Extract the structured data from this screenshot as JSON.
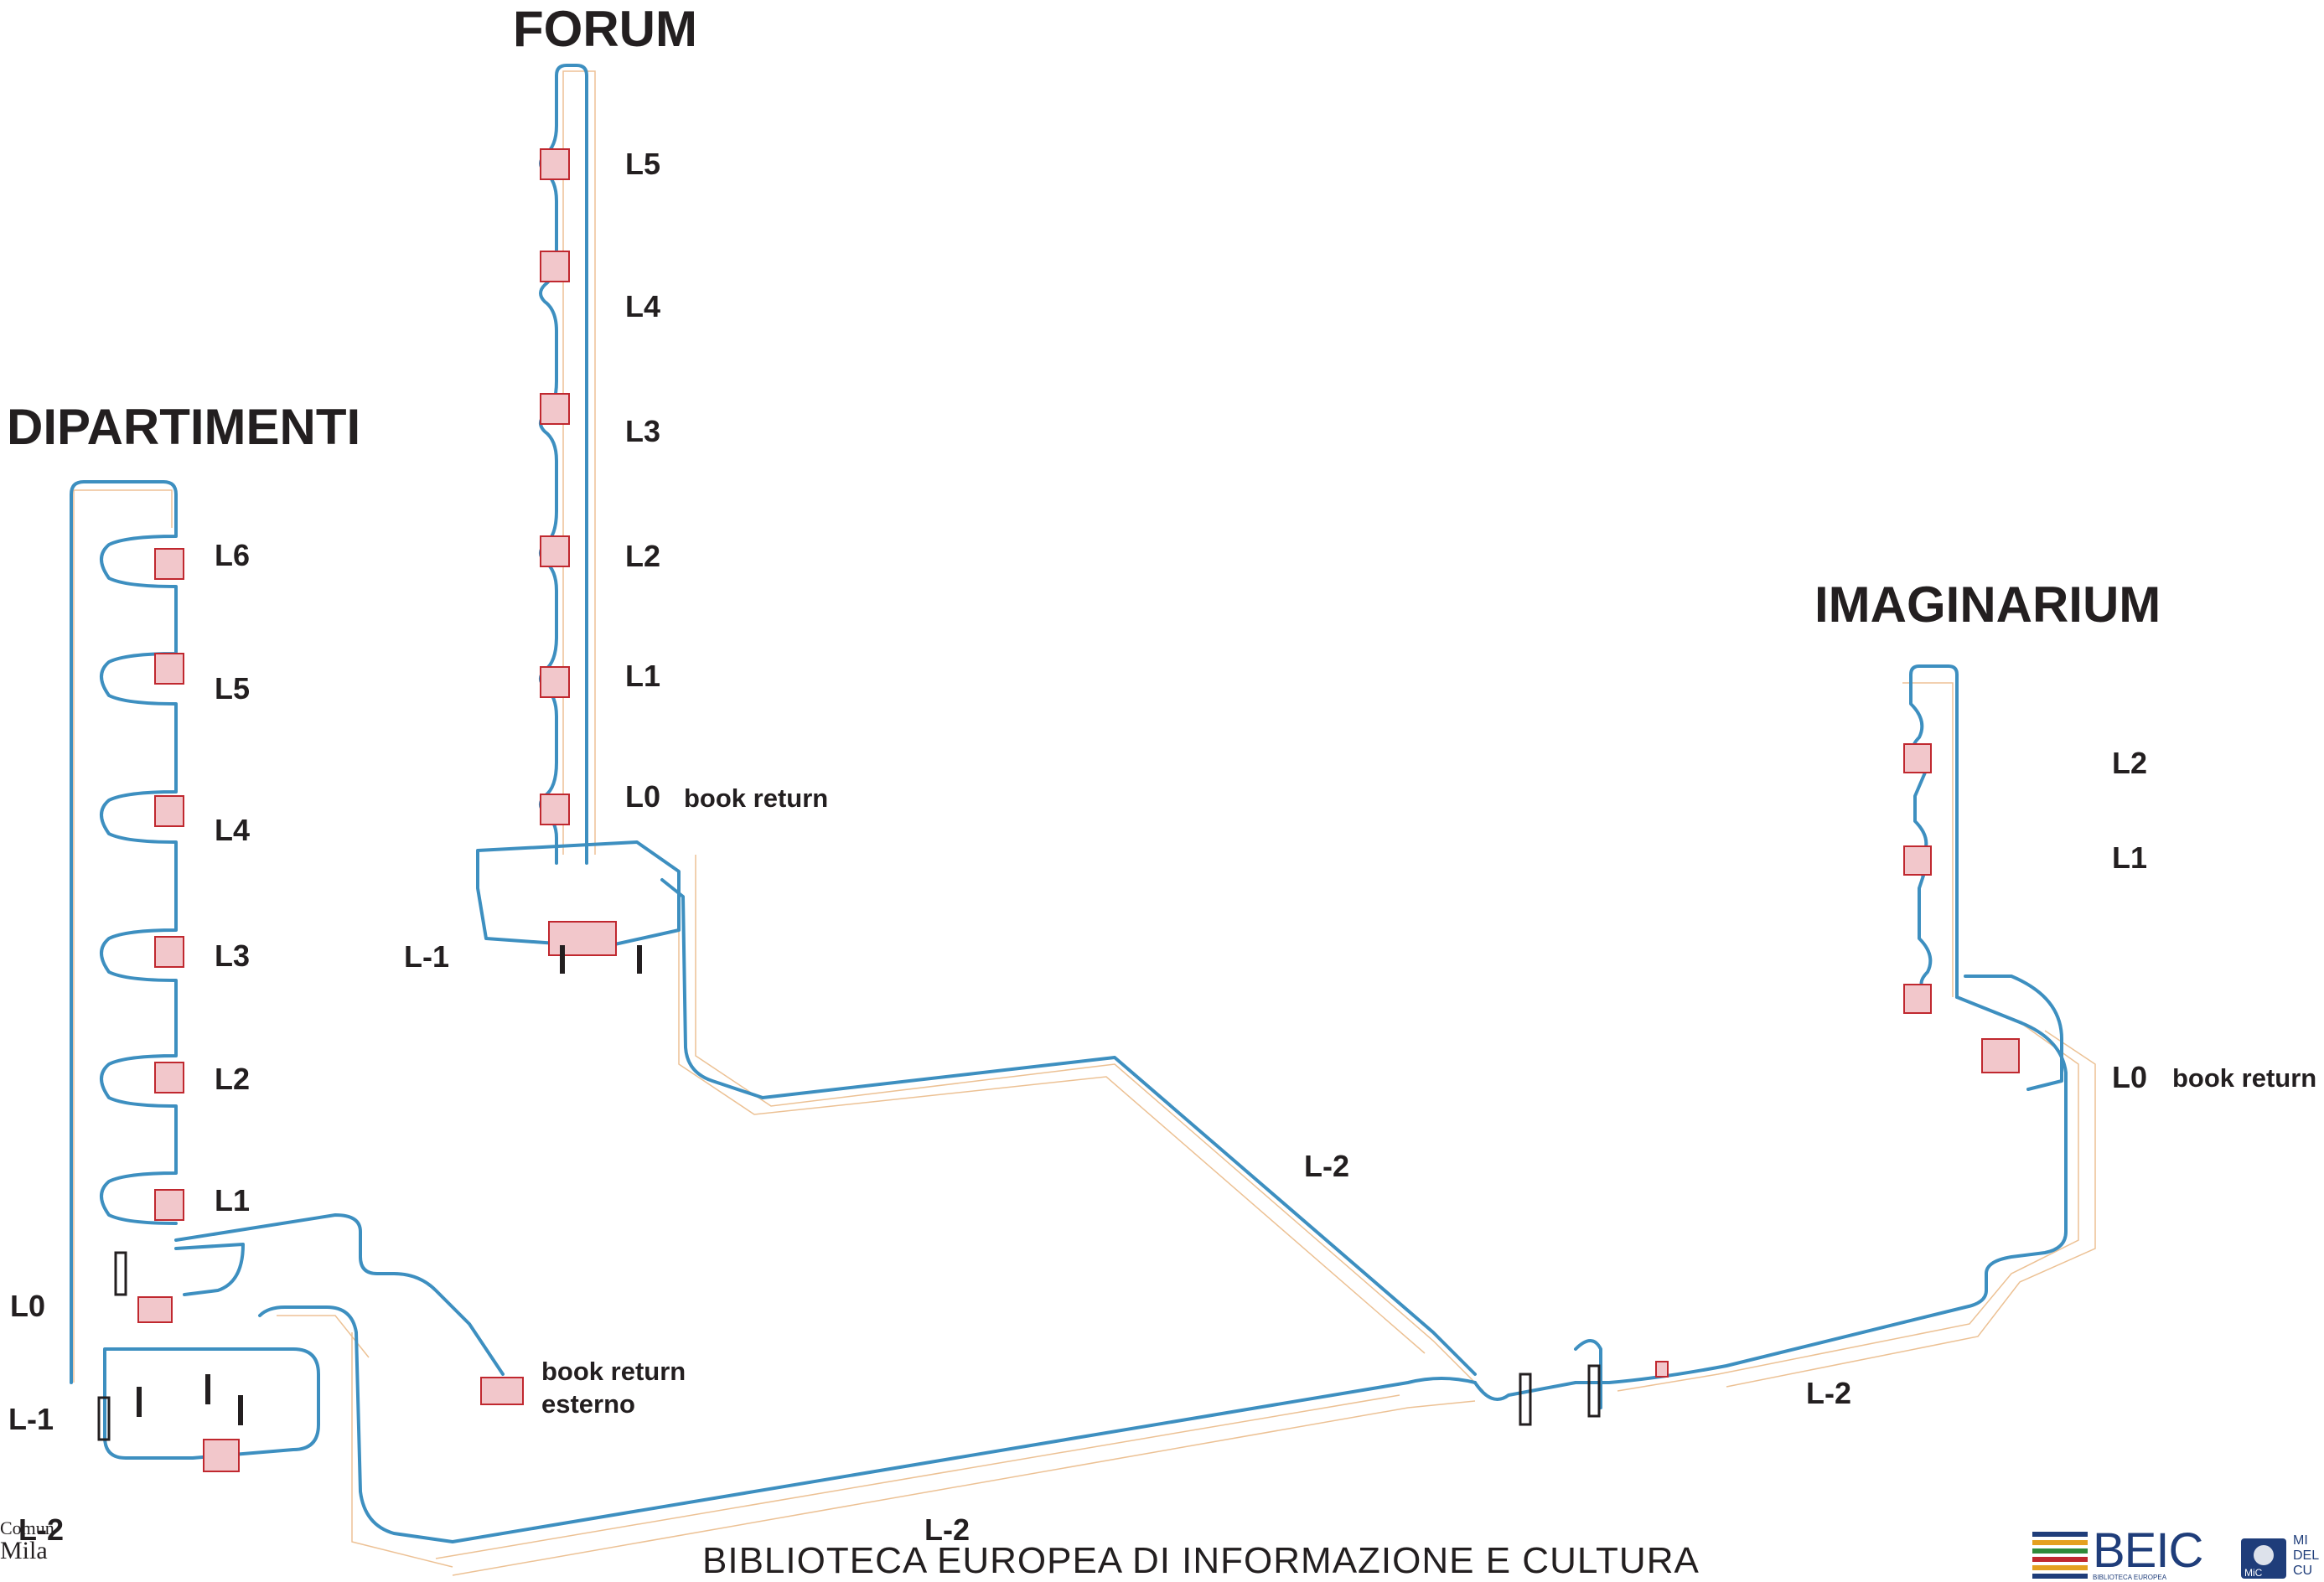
{
  "sections": {
    "forum": "FORUM",
    "dipartimenti": "DIPARTIMENTI",
    "imaginarium": "IMAGINARIUM"
  },
  "forum_levels": [
    "L5",
    "L4",
    "L3",
    "L2",
    "L1",
    "L0",
    "L-1"
  ],
  "dipartimenti_levels": [
    "L6",
    "L5",
    "L4",
    "L3",
    "L2",
    "L1",
    "L0",
    "L-1",
    "L-2"
  ],
  "imaginarium_levels": [
    "L2",
    "L1",
    "L0"
  ],
  "basement_labels": [
    "L-2",
    "L-2",
    "L-2"
  ],
  "notes": {
    "forum_book_return": "book return",
    "imaginarium_book_return": "book return",
    "external_book_return_line1": "book return",
    "external_book_return_line2": "esterno"
  },
  "footer": {
    "title": "BIBLIOTECA EUROPEA DI INFORMAZIONE E CULTURA"
  },
  "logos": {
    "beic": "BEIC",
    "beic_sub": "BIBLIOTECA EUROPEA",
    "ministry_line1": "MI",
    "ministry_line2": "DEL",
    "ministry_line3": "CU",
    "ministry_badge": "MiC",
    "left_logo_line1": "Comun",
    "left_logo_line2": "Mila"
  },
  "colors": {
    "conveyor": "#3d8fc0",
    "structure": "#e8b27a",
    "station": "#c0282f",
    "text": "#231f20",
    "brand": "#1f3d7a"
  }
}
